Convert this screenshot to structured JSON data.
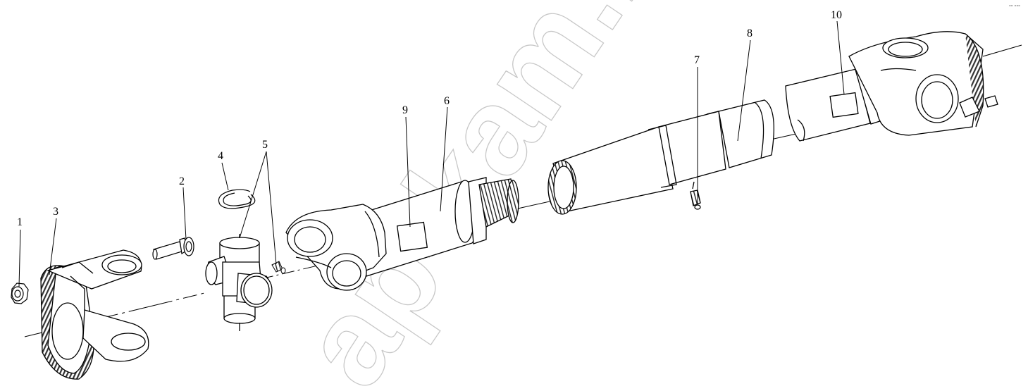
{
  "diagram": {
    "labels": [
      {
        "id": "label-1",
        "text": "1"
      },
      {
        "id": "label-2",
        "text": "2"
      },
      {
        "id": "label-3",
        "text": "3"
      },
      {
        "id": "label-4",
        "text": "4"
      },
      {
        "id": "label-5",
        "text": "5"
      },
      {
        "id": "label-6",
        "text": "6"
      },
      {
        "id": "label-7",
        "text": "7"
      },
      {
        "id": "label-8",
        "text": "8"
      },
      {
        "id": "label-9",
        "text": "9"
      },
      {
        "id": "label-10",
        "text": "10"
      }
    ],
    "watermark": "ap-kam.ru",
    "corner_mark": "°° °°°"
  },
  "colors": {
    "line": "#000000",
    "watermark": "#9a9a9a",
    "hatch": "#555555"
  }
}
